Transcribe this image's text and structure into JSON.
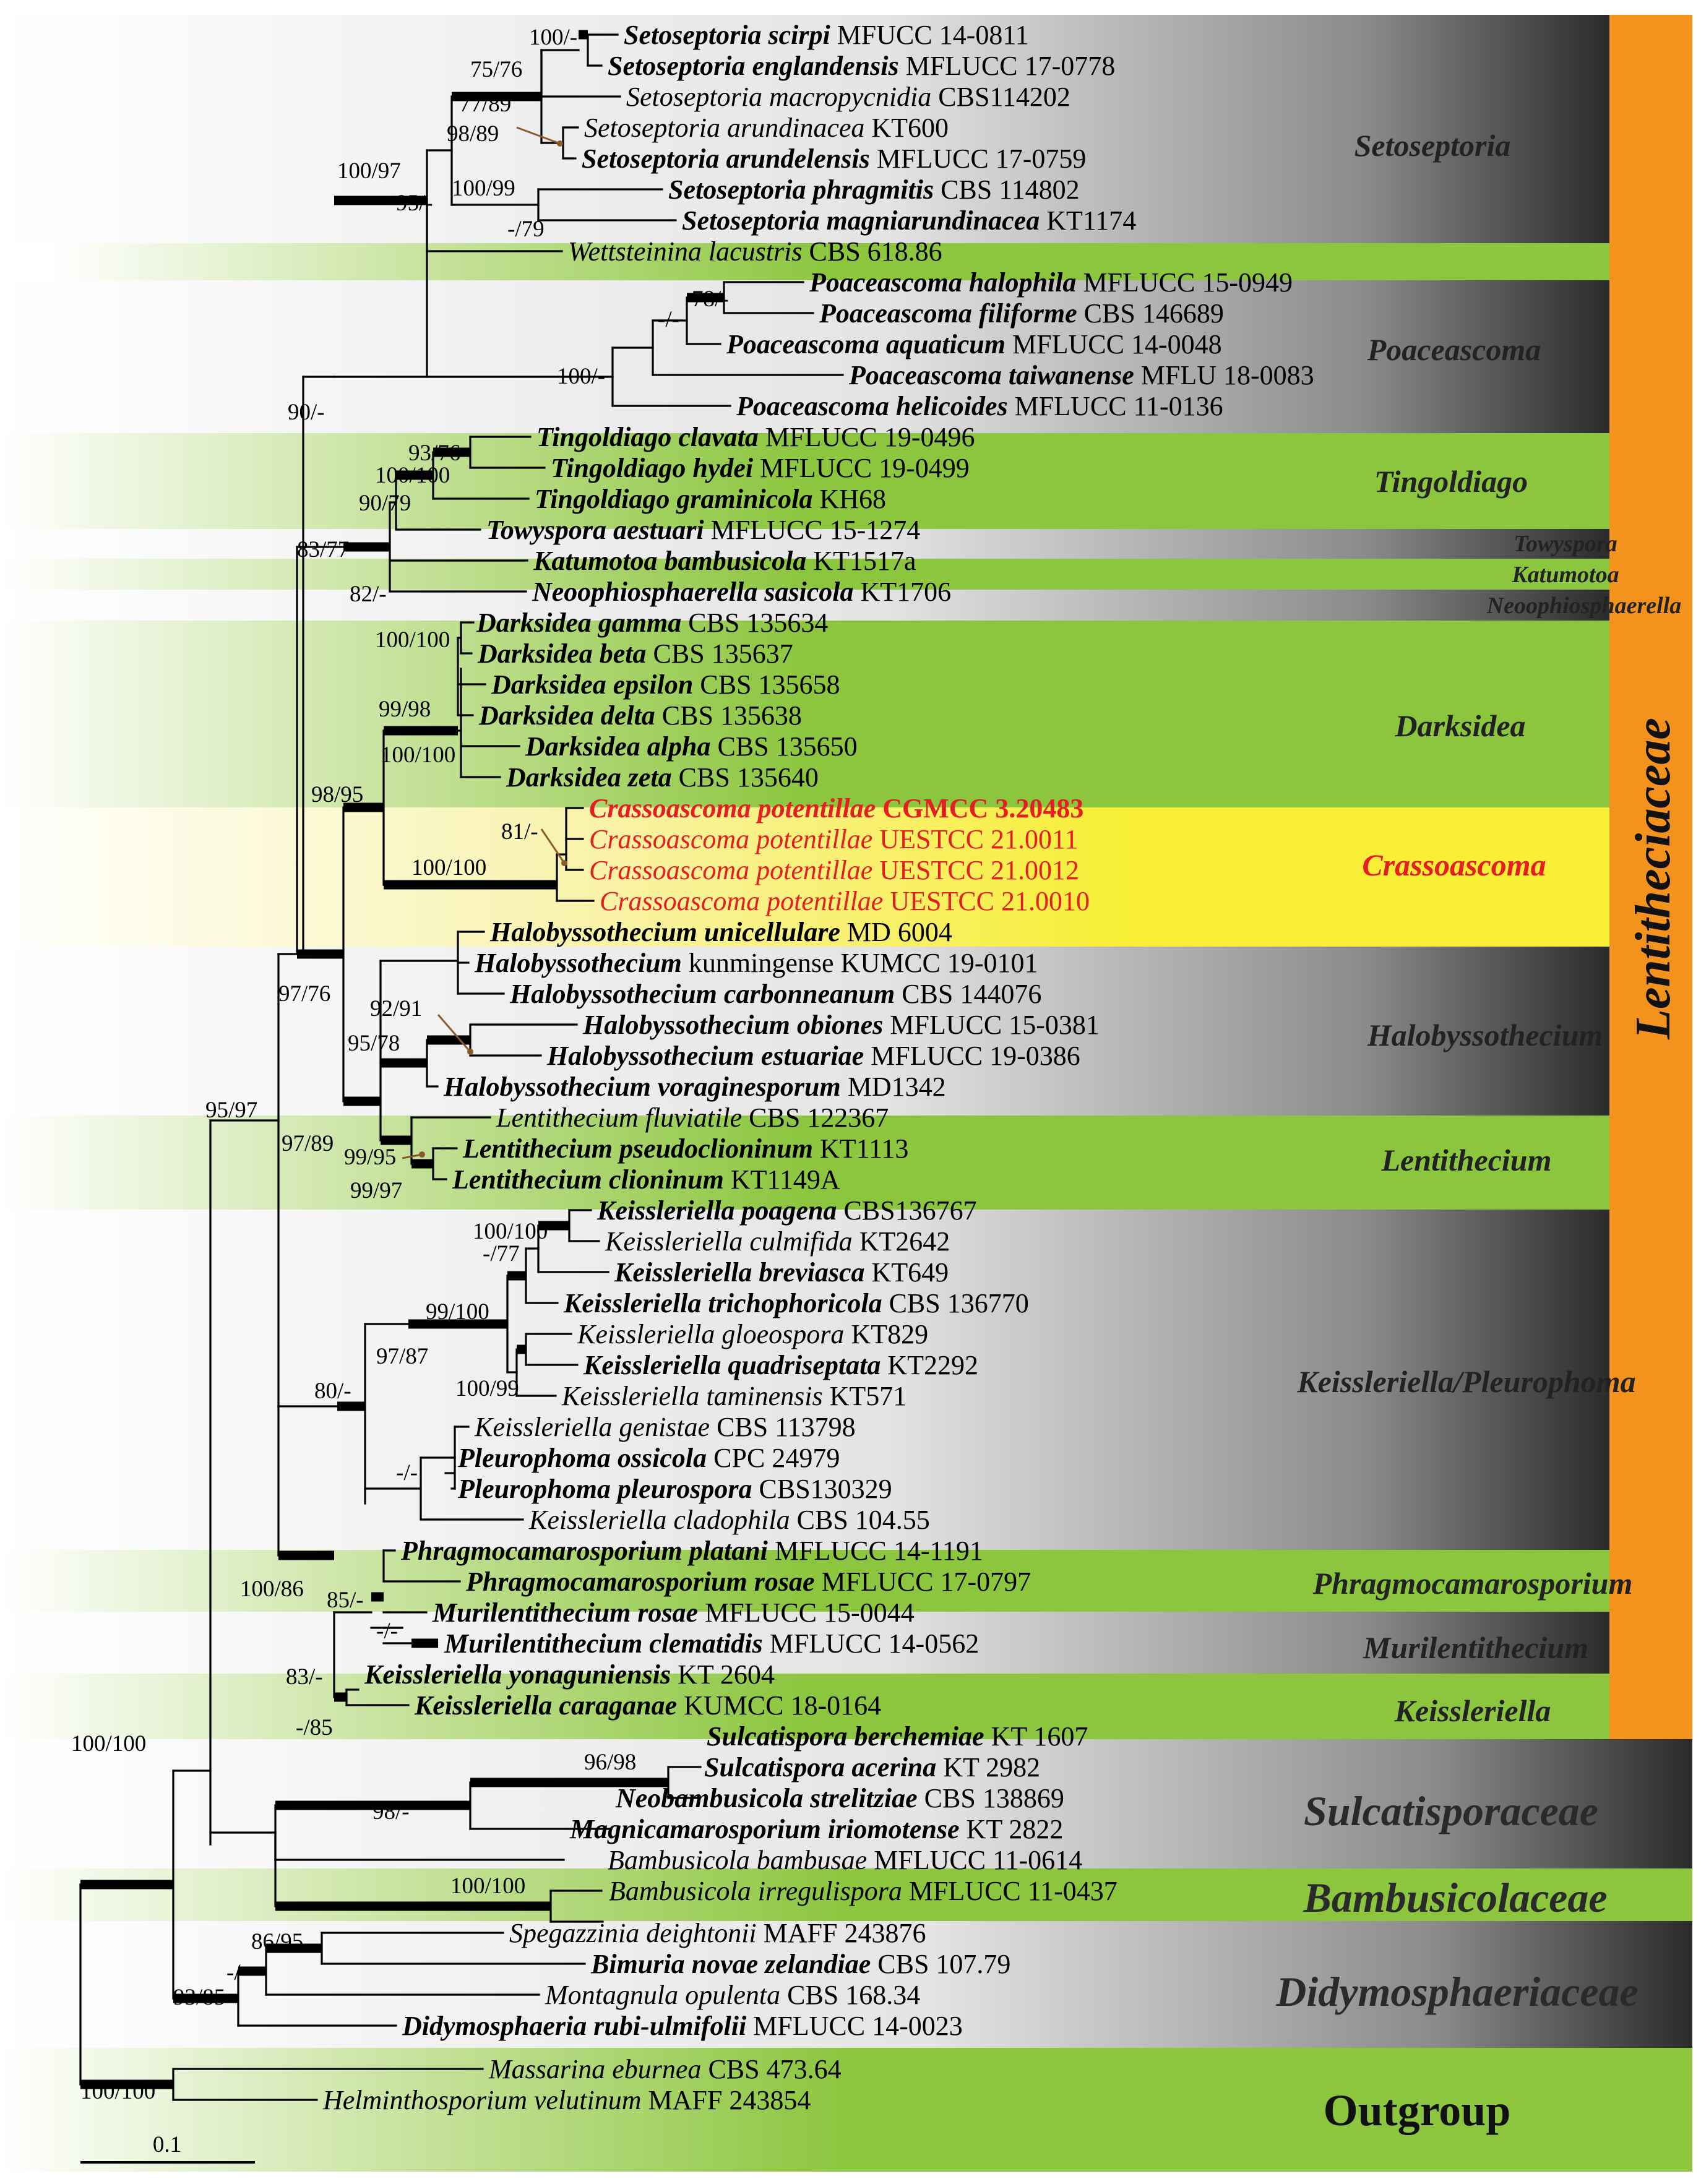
{
  "family_band": {
    "label": "Lentitheciaceae",
    "color": "#f4921e"
  },
  "colors": {
    "green_band": "#8cc63f",
    "dark_band": "#2b2b2b",
    "yellow_band": "#f7ee35",
    "highlight_text": "#e41f23",
    "arrow": "#8b5a2b"
  },
  "scale_bar": {
    "label": "0.1"
  },
  "clade_labels": {
    "setoseptoria": "Setoseptoria",
    "poaceascoma": "Poaceascoma",
    "tingoldiago": "Tingoldiago",
    "towyspora": "Towyspora",
    "katumotoa": "Katumotoa",
    "neoophiosphaerella": "Neoophiosphaerella",
    "darksidea": "Darksidea",
    "crassoascoma": "Crassoascoma",
    "halobyssothecium": "Halobyssothecium",
    "lentithecium": "Lentithecium",
    "keissleriella_pleurophoma": "Keissleriella/Pleurophoma",
    "phragmocamarosporium": "Phragmocamarosporium",
    "murilentithecium": "Murilentithecium",
    "keissleriella": "Keissleriella",
    "sulcatisporaceae": "Sulcatisporaceae",
    "bambusicolaceae": "Bambusicolaceae",
    "didymosphaeriaceae": "Didymosphaeriaceae",
    "outgroup": "Outgroup"
  },
  "taxa": [
    {
      "name": "Setoseptoria scirpi",
      "strain": "MFUCC 14-0811"
    },
    {
      "name": "Setoseptoria englandensis",
      "strain": "MFLUCC 17-0778"
    },
    {
      "name": "Setoseptoria macropycnidia",
      "strain": "CBS114202"
    },
    {
      "name": "Setoseptoria arundinacea",
      "strain": "KT600"
    },
    {
      "name": "Setoseptoria arundelensis",
      "strain": "MFLUCC 17-0759"
    },
    {
      "name": "Setoseptoria phragmitis",
      "strain": "CBS 114802"
    },
    {
      "name": "Setoseptoria magniarundinacea",
      "strain": "KT1174"
    },
    {
      "name": "Wettsteinina lacustris",
      "strain": "CBS 618.86"
    },
    {
      "name": "Poaceascoma halophila",
      "strain": "MFLUCC 15-0949"
    },
    {
      "name": "Poaceascoma filiforme",
      "strain": "CBS 146689"
    },
    {
      "name": "Poaceascoma aquaticum",
      "strain": "MFLUCC 14-0048"
    },
    {
      "name": "Poaceascoma taiwanense",
      "strain": "MFLU 18-0083"
    },
    {
      "name": "Poaceascoma helicoides",
      "strain": "MFLUCC 11-0136"
    },
    {
      "name": "Tingoldiago clavata",
      "strain": "MFLUCC 19-0496"
    },
    {
      "name": "Tingoldiago hydei",
      "strain": "MFLUCC 19-0499"
    },
    {
      "name": "Tingoldiago graminicola",
      "strain": "KH68"
    },
    {
      "name": "Towyspora aestuari",
      "strain": "MFLUCC 15-1274"
    },
    {
      "name": "Katumotoa bambusicola",
      "strain": "KT1517a"
    },
    {
      "name": "Neoophiosphaerella sasicola",
      "strain": "KT1706"
    },
    {
      "name": "Darksidea gamma",
      "strain": "CBS 135634"
    },
    {
      "name": "Darksidea beta",
      "strain": "CBS 135637"
    },
    {
      "name": "Darksidea epsilon",
      "strain": "CBS 135658"
    },
    {
      "name": "Darksidea delta",
      "strain": "CBS 135638"
    },
    {
      "name": "Darksidea alpha",
      "strain": "CBS 135650"
    },
    {
      "name": "Darksidea zeta",
      "strain": "CBS 135640"
    },
    {
      "name": "Crassoascoma potentillae",
      "strain": "CGMCC 3.20483"
    },
    {
      "name": "Crassoascoma potentillae",
      "strain": "UESTCC 21.0011"
    },
    {
      "name": "Crassoascoma potentillae",
      "strain": "UESTCC 21.0012"
    },
    {
      "name": "Crassoascoma potentillae",
      "strain": "UESTCC 21.0010"
    },
    {
      "name": "Halobyssothecium  unicellulare",
      "strain": "MD 6004"
    },
    {
      "name": "Halobyssothecium",
      "strain": "kunmingense KUMCC 19-0101"
    },
    {
      "name": "Halobyssothecium  carbonneanum",
      "strain": "CBS 144076"
    },
    {
      "name": "Halobyssothecium obiones",
      "strain": "MFLUCC 15-0381"
    },
    {
      "name": "Halobyssothecium estuariae",
      "strain": "MFLUCC 19-0386"
    },
    {
      "name": "Halobyssothecium  voraginesporum",
      "strain": "MD1342"
    },
    {
      "name": "Lentithecium fluviatile",
      "strain": "CBS 122367"
    },
    {
      "name": "Lentithecium pseudoclioninum",
      "strain": "KT1113"
    },
    {
      "name": "Lentithecium clioninum",
      "strain": "KT1149A"
    },
    {
      "name": "Keissleriella poagena",
      "strain": "CBS136767"
    },
    {
      "name": "Keissleriella culmifida",
      "strain": "KT2642"
    },
    {
      "name": "Keissleriella breviasca",
      "strain": "KT649"
    },
    {
      "name": "Keissleriella trichophoricola",
      "strain": "CBS 136770"
    },
    {
      "name": "Keissleriella gloeospora",
      "strain": "KT829"
    },
    {
      "name": "Keissleriella quadriseptata",
      "strain": "KT2292"
    },
    {
      "name": "Keissleriella taminensis",
      "strain": "KT571"
    },
    {
      "name": "Keissleriella genistae",
      "strain": "CBS 113798"
    },
    {
      "name": "Pleurophoma ossicola",
      "strain": "CPC 24979"
    },
    {
      "name": "Pleurophoma pleurospora",
      "strain": "CBS130329"
    },
    {
      "name": "Keissleriella cladophila",
      "strain": "CBS 104.55"
    },
    {
      "name": "Phragmocamarosporium platani",
      "strain": "MFLUCC 14-1191"
    },
    {
      "name": "Phragmocamarosporium rosae",
      "strain": "MFLUCC 17-0797"
    },
    {
      "name": "Murilentithecium rosae",
      "strain": "MFLUCC 15-0044"
    },
    {
      "name": "Murilentithecium clematidis",
      "strain": "MFLUCC 14-0562"
    },
    {
      "name": "Keissleriella yonaguniensis",
      "strain": "KT 2604"
    },
    {
      "name": "Keissleriella caraganae",
      "strain": "KUMCC 18-0164"
    },
    {
      "name": "Sulcatispora berchemiae",
      "strain": "KT 1607"
    },
    {
      "name": "Sulcatispora acerina",
      "strain": "KT 2982"
    },
    {
      "name": "Neobambusicola strelitziae",
      "strain": "CBS 138869"
    },
    {
      "name": "Magnicamarosporium iriomotense",
      "strain": "KT 2822"
    },
    {
      "name": "Bambusicola bambusae",
      "strain": "MFLUCC 11-0614"
    },
    {
      "name": "Bambusicola irregulispora",
      "strain": "MFLUCC 11-0437"
    },
    {
      "name": "Spegazzinia deightonii",
      "strain": "MAFF 243876"
    },
    {
      "name": "Bimuria novae zelandiae",
      "strain": "CBS 107.79"
    },
    {
      "name": "Montagnula opulenta",
      "strain": "CBS 168.34"
    },
    {
      "name": "Didymosphaeria rubi-ulmifolii",
      "strain": "MFLUCC 14-0023"
    },
    {
      "name": "Massarina eburnea",
      "strain": "CBS 473.64"
    },
    {
      "name": "Helminthosporium velutinum",
      "strain": "MAFF 243854"
    }
  ],
  "support_values": [
    "100/-",
    "75/76",
    "77/89",
    "98/89",
    "100/99",
    "-/79",
    "95/-",
    "100/97",
    "78/-",
    "-/-",
    "100/-",
    "90/-",
    "93/76",
    "100/100",
    "90/79",
    "83/77",
    "82/-",
    "100/100",
    "99/98",
    "100/100",
    "98/95",
    "81/-",
    "100/100",
    "97/76",
    "92/91",
    "95/78",
    "97/89",
    "99/95",
    "99/97",
    "95/97",
    "100/100",
    "-/77",
    "99/100",
    "97/87",
    "100/99",
    "80/-",
    "-/-",
    "100/86",
    "85/-",
    "-/-",
    "83/-",
    "-/85",
    "100/100",
    "96/98",
    "98/-",
    "100/100",
    "86/95",
    "-/-",
    "93/85",
    "100/100"
  ]
}
